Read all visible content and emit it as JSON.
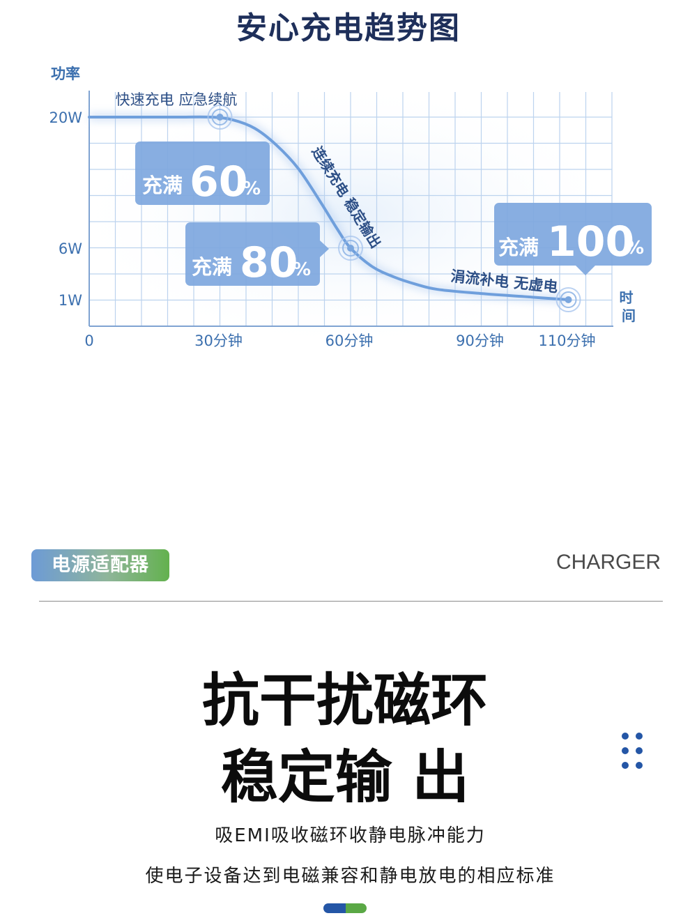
{
  "page": {
    "chart_title": "安心充电趋势图",
    "category_tag": "电源适配器",
    "category_en": "CHARGER",
    "headline_line1": "抗干扰磁环",
    "headline_line2": "稳定输 出",
    "subtitle_line1": "吸EMI吸收磁环收静电脉冲能力",
    "subtitle_line2": "使电子设备达到电磁兼容和静电放电的相应标准",
    "colors": {
      "curve": "#6f9fdc",
      "grid": "#bcd3ee",
      "badge": "#7fa8df",
      "tag_blue": "#6d9bd6",
      "tag_green": "#63b14e",
      "pager_blue": "#2456a6",
      "pager_green": "#5aa845"
    }
  },
  "chart_data": {
    "type": "line",
    "title": "安心充电趋势图",
    "ylabel": "功率",
    "xlabel": "时间",
    "x_ticks": [
      {
        "value": 0,
        "label": "0"
      },
      {
        "value": 30,
        "label": "30分钟"
      },
      {
        "value": 60,
        "label": "60分钟"
      },
      {
        "value": 90,
        "label": "90分钟"
      },
      {
        "value": 110,
        "label": "110分钟"
      }
    ],
    "y_ticks": [
      {
        "value": 1,
        "label": "1W"
      },
      {
        "value": 6,
        "label": "6W"
      },
      {
        "value": 20,
        "label": "20W"
      }
    ],
    "y_scale": "nonlinear",
    "xlim": [
      0,
      120
    ],
    "grid": true,
    "series": [
      {
        "x": [
          0,
          10,
          20,
          28,
          33,
          38,
          43,
          48,
          53,
          57,
          60,
          65,
          70,
          75,
          80,
          90,
          100,
          110
        ],
        "y": [
          20,
          20,
          20,
          20,
          19.7,
          18.8,
          17,
          14.5,
          11,
          8,
          6,
          4.2,
          3.2,
          2.5,
          2,
          1.6,
          1.3,
          1
        ]
      }
    ],
    "markers": [
      {
        "x": 30,
        "y": 20
      },
      {
        "x": 60,
        "y": 6
      },
      {
        "x": 110,
        "y": 1
      }
    ],
    "annotations": {
      "phase1": "快速充电 应急续航",
      "phase2": "连续充电 稳定输出",
      "phase3": "涓流补电 无虚电",
      "badge_prefix": "充满",
      "badge_60": "60",
      "badge_80": "80",
      "badge_100": "100",
      "percent": "%"
    }
  }
}
